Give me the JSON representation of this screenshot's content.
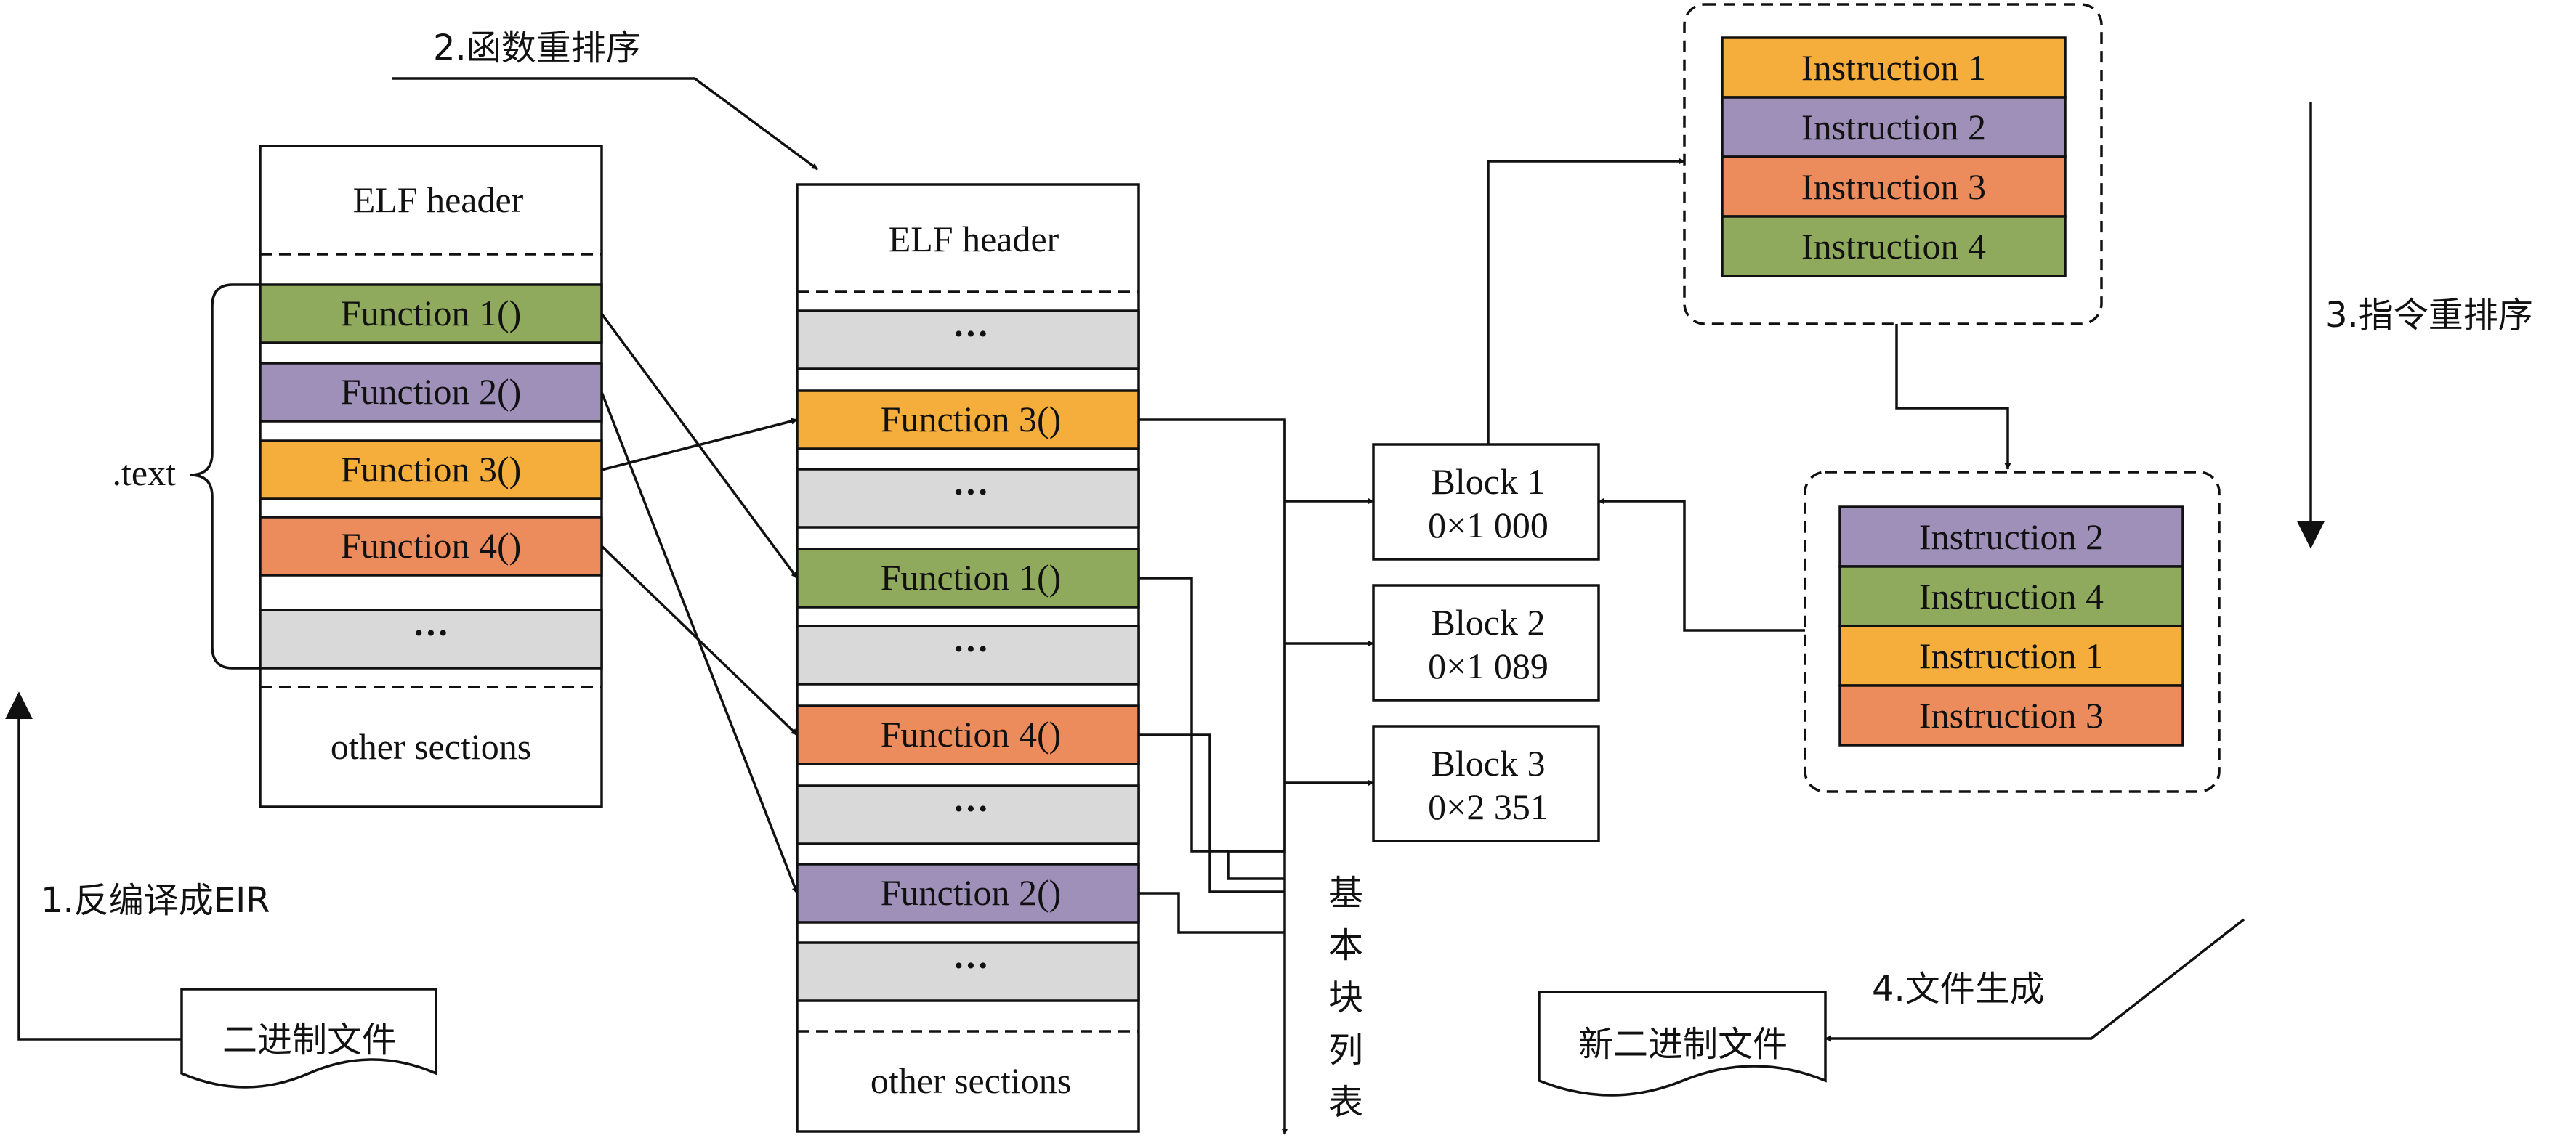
{
  "colors": {
    "green": "#8faa5c",
    "purple": "#9f90ba",
    "orange": "#f5ae3b",
    "salmon": "#ec8c5d",
    "grey": "#d9d9d9",
    "stroke": "#111111"
  },
  "steps": {
    "step1": "1.反编译成EIR",
    "step2": "2.函数重排序",
    "step3": "3.指令重排序",
    "step4": "4.文件生成"
  },
  "original_elf": {
    "header": "ELF header",
    "functions": [
      "Function 1()",
      "Function 2()",
      "Function 3()",
      "Function 4()"
    ],
    "ellipsis": "···",
    "other": "other sections",
    "text_label": ".text"
  },
  "reordered_elf": {
    "header": "ELF header",
    "ellipsis": "···",
    "functions": [
      "Function 3()",
      "Function 1()",
      "Function 4()",
      "Function 2()"
    ],
    "other": "other sections"
  },
  "basic_block_list_label": [
    "基",
    "本",
    "块",
    "列",
    "表"
  ],
  "blocks": [
    {
      "name": "Block 1",
      "address": "0×1 000"
    },
    {
      "name": "Block 2",
      "address": "0×1 089"
    },
    {
      "name": "Block 3",
      "address": "0×2 351"
    }
  ],
  "instructions_original": [
    "Instruction 1",
    "Instruction 2",
    "Instruction 3",
    "Instruction 4"
  ],
  "instructions_reordered": [
    "Instruction 2",
    "Instruction 4",
    "Instruction 1",
    "Instruction 3"
  ],
  "files": {
    "input": "二进制文件",
    "output": "新二进制文件"
  }
}
